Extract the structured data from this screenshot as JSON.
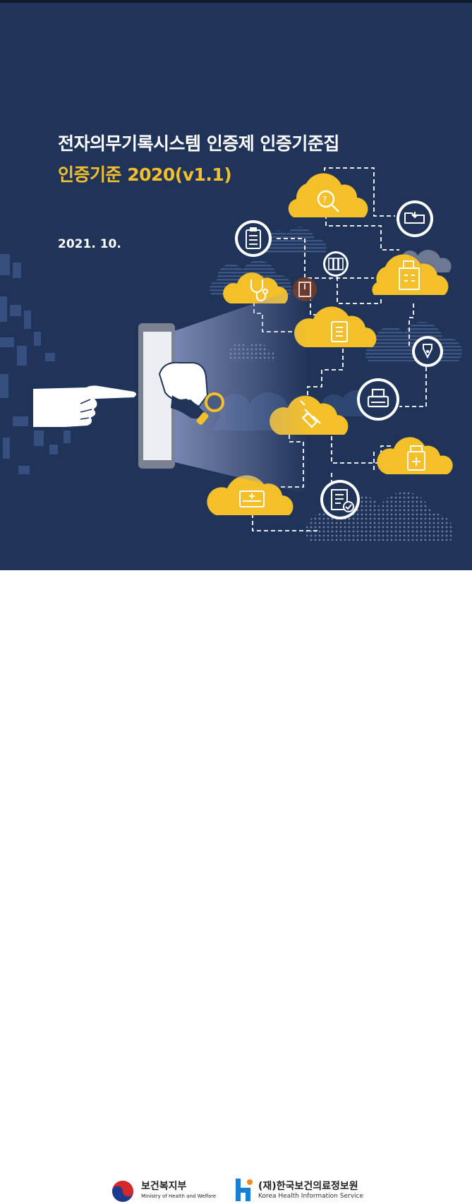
{
  "cover": {
    "title": "전자의무기록시스템 인증제 인증기준집",
    "subtitle": "인증기준 2020(v1.1)",
    "date": "2021. 10."
  },
  "footer": {
    "mohw_name_ko": "보건복지부",
    "mohw_name_en": "Ministry of Health and Welfare",
    "khis_name_ko": "(재)한국보건의료정보원",
    "khis_name_en": "Korea Health Information Service"
  },
  "colors": {
    "background": "#20345a",
    "cloud_yellow": "#f3c02a",
    "subtitle_yellow": "#f3c02a",
    "text_white": "#ffffff"
  },
  "icons": [
    "search-icon",
    "folder-download-icon",
    "clipboard-icon",
    "binders-icon",
    "hospital-icon",
    "stethoscope-icon",
    "book-icon",
    "checklist-icon",
    "pen-nib-icon",
    "printer-icon",
    "syringe-icon",
    "medicine-bottle-icon",
    "ambulance-icon",
    "document-check-icon",
    "pointing-hand-icon",
    "magnifier-icon",
    "tablet-icon"
  ]
}
